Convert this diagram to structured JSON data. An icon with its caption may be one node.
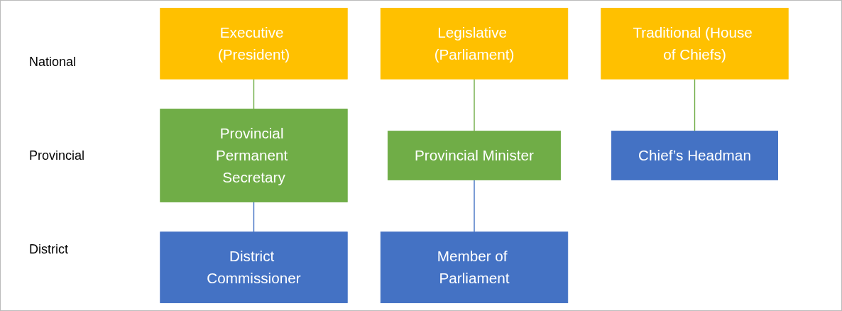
{
  "diagram": {
    "nodes": [
      {
        "text": [
          "Executive (President)"
        ]
      },
      {
        "text": [
          "Legislative (Parliament)"
        ]
      },
      {
        "text": [
          "Traditional (House of Chiefs)"
        ]
      },
      {
        "text": [
          "Provincial Permanent Secretary"
        ]
      },
      {
        "text": [
          "Provincial Minister"
        ]
      },
      {
        "text": [
          "District Commissioner"
        ]
      },
      {
        "text": [
          "Member of Parliament"
        ]
      },
      {
        "text": [
          "Chief’s Headman"
        ]
      }
    ],
    "edges": [
      {
        "from": 0,
        "to": 3,
        "arrow": "none"
      },
      {
        "from": 1,
        "to": 4,
        "arrow": "none"
      },
      {
        "from": 2,
        "to": 7,
        "arrow": "none"
      },
      {
        "from": 3,
        "to": 5,
        "arrow": "none",
        "color": "#4472c4"
      },
      {
        "from": 4,
        "to": 6,
        "arrow": "none",
        "color": "#4472c4"
      }
    ],
    "labels": [
      "National",
      "Provincial",
      "District"
    ]
  }
}
